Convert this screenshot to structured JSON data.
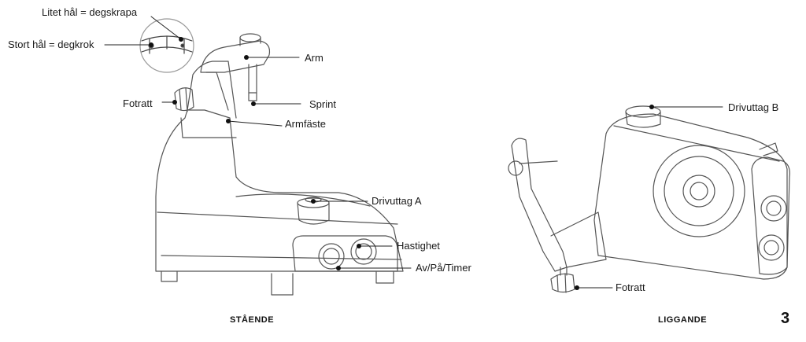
{
  "standing": {
    "caption": "STÅENDE",
    "labels": {
      "small_hole": "Litet hål = degskrapa",
      "large_hole": "Stort hål = degkrok",
      "arm": "Arm",
      "knob": "Fotratt",
      "pin": "Sprint",
      "arm_mount": "Armfäste",
      "drive_a": "Drivuttag A",
      "speed": "Hastighet",
      "timer": "Av/På/Timer"
    }
  },
  "lying": {
    "caption": "LIGGANDE",
    "labels": {
      "drive_b": "Drivuttag B",
      "knob": "Fotratt"
    }
  },
  "page_number": "3"
}
